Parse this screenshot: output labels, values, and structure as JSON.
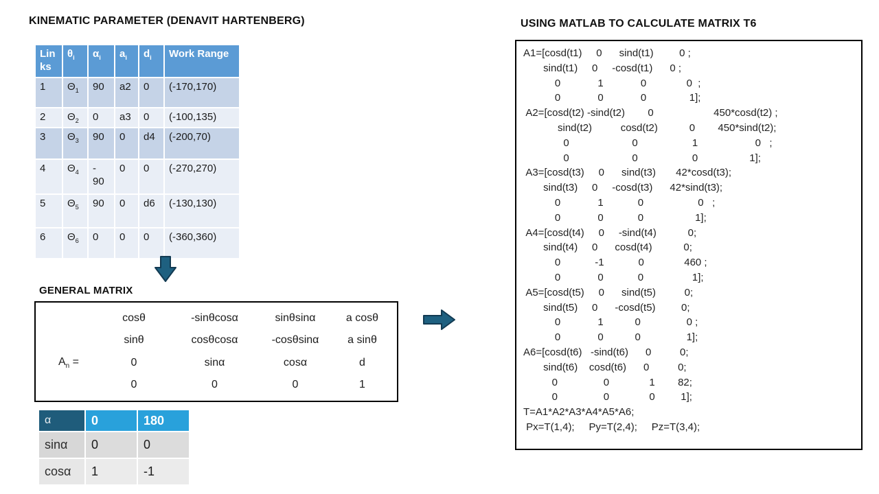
{
  "left_title": "KINEMATIC PARAMETER (DENAVIT HARTENBERG)",
  "right_title": "USING MATLAB TO CALCULATE MATRIX  T6",
  "dh": {
    "headers": [
      {
        "t": "Lin\nks",
        "s": ""
      },
      {
        "t": "θ",
        "s": "i"
      },
      {
        "t": "α",
        "s": "i"
      },
      {
        "t": "a",
        "s": "i"
      },
      {
        "t": "d",
        "s": "i"
      },
      {
        "t": "Work Range",
        "s": ""
      }
    ],
    "rows": [
      {
        "link": "1",
        "theta_b": "Θ",
        "theta_s": "1",
        "alpha": "90",
        "a": "a2",
        "d": "0",
        "range": "(-170,170)"
      },
      {
        "link": "2",
        "theta_b": "Θ",
        "theta_s": "2",
        "alpha": "0",
        "a": "a3",
        "d": "0",
        "range": "(-100,135)"
      },
      {
        "link": "3",
        "theta_b": "Θ",
        "theta_s": "3",
        "alpha": "90",
        "a": "0",
        "d": "d4",
        "range": "(-200,70)"
      },
      {
        "link": "4",
        "theta_b": "Θ",
        "theta_s": "4",
        "alpha": "-\n90",
        "a": "0",
        "d": "0",
        "range": "(-270,270)"
      },
      {
        "link": "5",
        "theta_b": "Θ",
        "theta_s": "5",
        "alpha": "90",
        "a": "0",
        "d": "d6",
        "range": "(-130,130)"
      },
      {
        "link": "6",
        "theta_b": "Θ",
        "theta_s": "6",
        "alpha": "0",
        "a": "0",
        "d": "0",
        "range": "(-360,360)"
      }
    ]
  },
  "gm": {
    "heading": "GENERAL MATRIX",
    "label_b": "A",
    "label_s": "n",
    "label_eq": " =",
    "rows": [
      [
        "cosθ",
        "-sinθcosα",
        "sinθsinα",
        "a cosθ"
      ],
      [
        "sinθ",
        "cosθcosα",
        "-cosθsinα",
        "a sinθ"
      ],
      [
        "0",
        "sinα",
        "cosα",
        "d"
      ],
      [
        "0",
        "0",
        "0",
        "1"
      ]
    ]
  },
  "at": {
    "header": [
      "α",
      "0",
      "180"
    ],
    "rows": [
      [
        "sinα",
        "0",
        "0"
      ],
      [
        "cosα",
        "1",
        "-1"
      ]
    ]
  },
  "matlab": {
    "code": "A1=[cosd(t1)     0      sind(t1)         0 ;\n       sind(t1)     0     -cosd(t1)      0 ;\n           0             1             0              0  ;\n           0             0             0               1];\n A2=[cosd(t2) -sind(t2)        0                     450*cosd(t2) ;\n            sind(t2)          cosd(t2)           0        450*sind(t2);\n              0                      0                   1                    0   ;\n              0                      0                   0                  1];\n A3=[cosd(t3)     0      sind(t3)       42*cosd(t3);\n       sind(t3)     0     -cosd(t3)      42*sind(t3);\n           0             1            0                   0   ;\n           0             0            0                  1];\n A4=[cosd(t4)     0     -sind(t4)           0;\n       sind(t4)     0      cosd(t4)           0;\n           0            -1            0              460 ;\n           0             0            0                 1];\n A5=[cosd(t5)     0      sind(t5)          0;\n       sind(t5)     0      -cosd(t5)         0;\n           0             1           0                0 ;\n           0             0           0                1];\nA6=[cosd(t6)   -sind(t6)      0          0;\n       sind(t6)    cosd(t6)      0          0;\n          0                0              1        82;\n          0                0              0         1];\nT=A1*A2*A3*A4*A5*A6;\n Px=T(1,4);     Py=T(2,4);     Pz=T(3,4);"
  },
  "colors": {
    "table_header_blue": "#5B9BD5",
    "band_dark": "#C5D3E7",
    "band_light": "#E9EEF6",
    "alpha_header_teal": "#1F5C7B",
    "alpha_header_blue": "#29A1DB",
    "arrow_fill": "#1E6080",
    "arrow_stroke": "#123A52"
  }
}
